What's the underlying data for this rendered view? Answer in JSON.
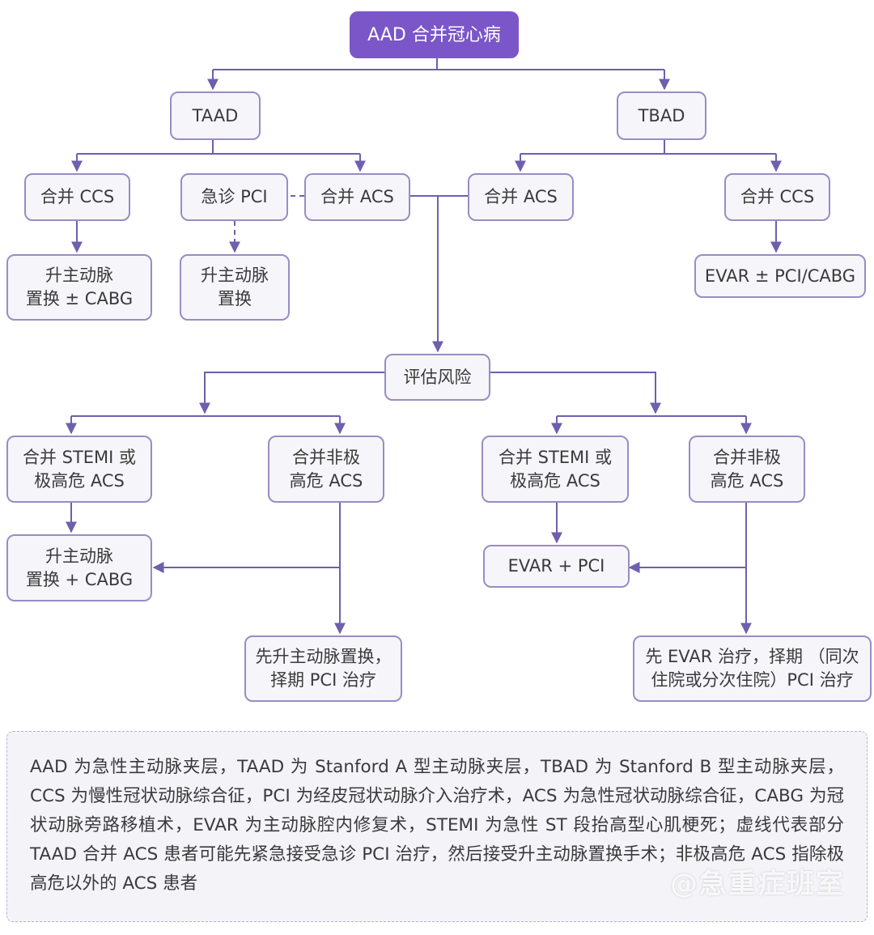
{
  "nodes": {
    "aad": "AAD 合并冠心病",
    "taad": "TAAD",
    "tbad": "TBAD",
    "taad_ccs": "合并 CCS",
    "taad_pci": "急诊 PCI",
    "taad_acs": "合并 ACS",
    "tbad_acs": "合并 ACS",
    "tbad_ccs": "合并 CCS",
    "taad_ccs_tx": "升主动脉\n置换 ± CABG",
    "taad_pci_tx": "升主动脉\n置换",
    "tbad_ccs_tx": "EVAR ± PCI/CABG",
    "risk": "评估风险",
    "l_stemi": "合并 STEMI 或\n极高危 ACS",
    "l_nonhigh": "合并非极\n高危 ACS",
    "r_stemi": "合并 STEMI 或\n极高危 ACS",
    "r_nonhigh": "合并非极\n高危 ACS",
    "l_stemi_tx": "升主动脉\n置换 + CABG",
    "l_nonhigh_tx": "先升主动脉置换，\n择期 PCI 治疗",
    "r_stemi_tx": "EVAR + PCI",
    "r_nonhigh_tx": "先 EVAR 治疗，择期 （同次\n住院或分次住院）PCI 治疗"
  },
  "note": "AAD 为急性主动脉夹层，TAAD 为 Stanford A 型主动脉夹层，TBAD 为 Stanford B 型主动脉夹层，CCS 为慢性冠状动脉综合征，PCI 为经皮冠状动脉介入治疗术，ACS 为急性冠状动脉综合征，CABG 为冠状动脉旁路移植术，EVAR 为主动脉腔内修复术，STEMI 为急性 ST 段抬高型心肌梗死；虚线代表部分 TAAD 合并 ACS 患者可能先紧急接受急诊 PCI 治疗，然后接受升主动脉置换手术；非极高危 ACS 指除极高危以外的 ACS 患者",
  "watermark": "@急重症班室",
  "colors": {
    "accent": "#7a56c8",
    "line": "#6f5fad",
    "border": "#9a8cc4"
  }
}
